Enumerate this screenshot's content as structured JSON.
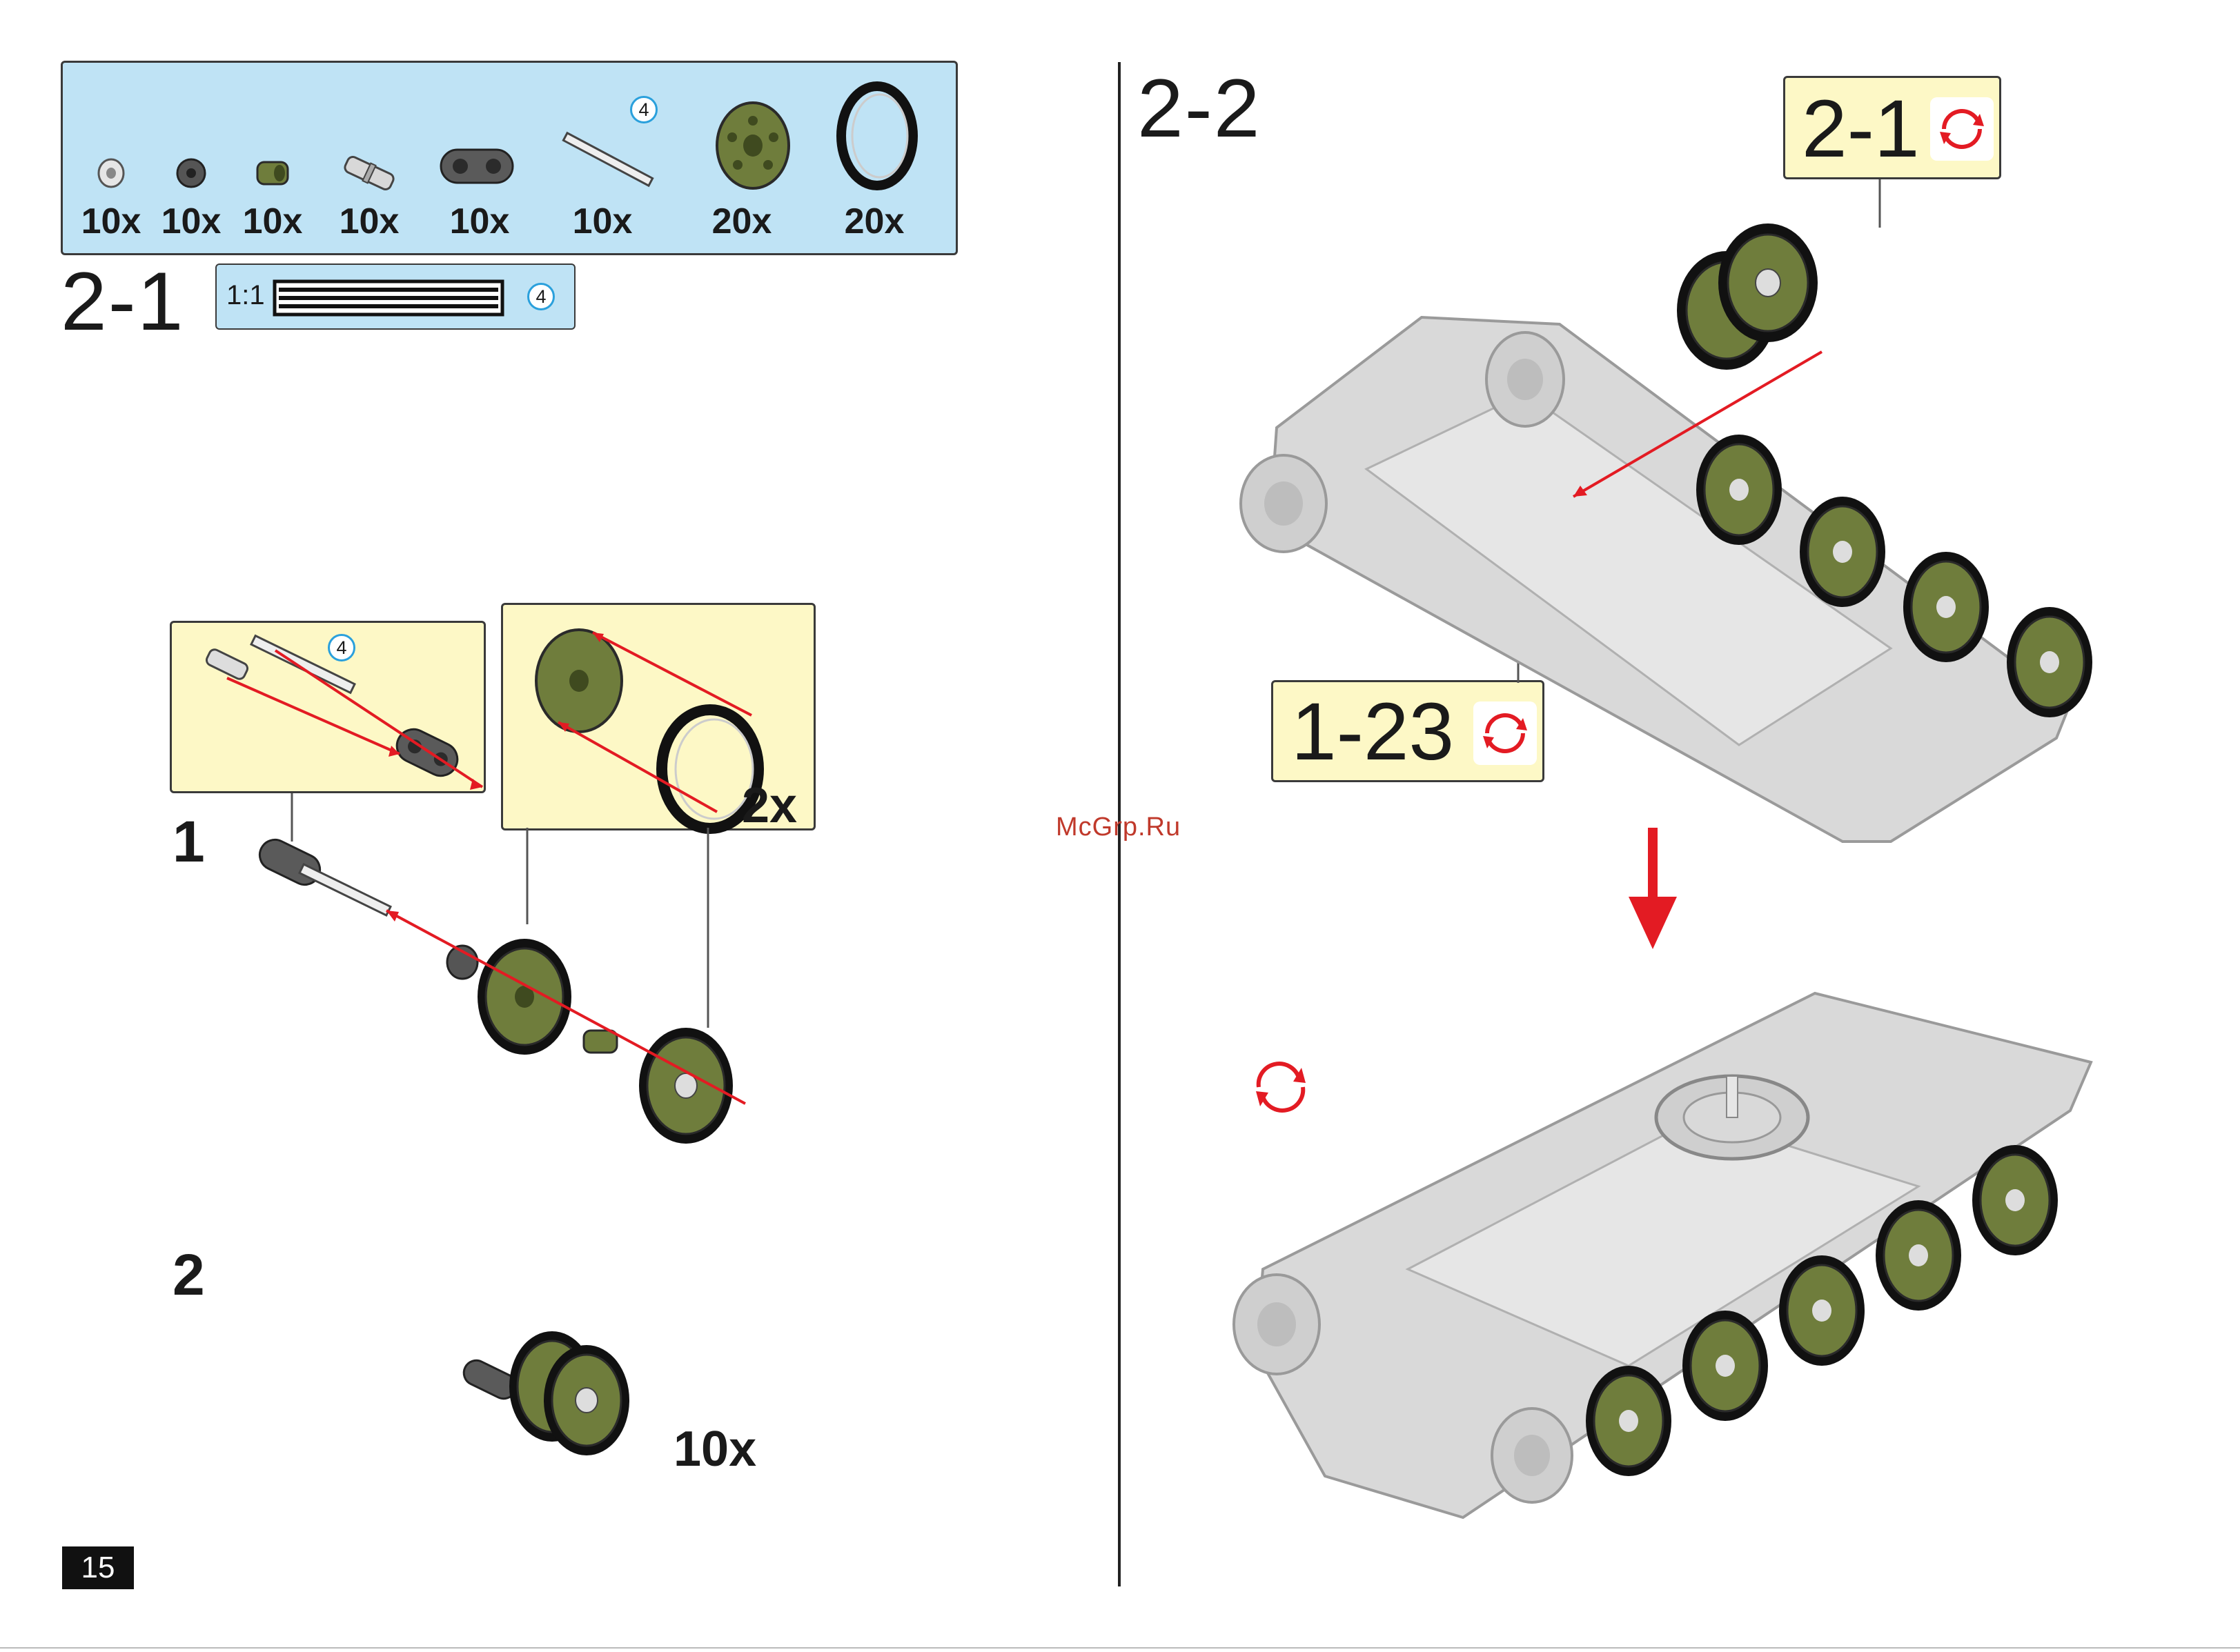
{
  "page_number": "15",
  "watermark": "McGrp.Ru",
  "parts_list": {
    "items": [
      {
        "qty": "10x",
        "icon": "bushing-light-gray"
      },
      {
        "qty": "10x",
        "icon": "bushing-dark-gray"
      },
      {
        "qty": "10x",
        "icon": "bushing-green"
      },
      {
        "qty": "10x",
        "icon": "connector-pin"
      },
      {
        "qty": "10x",
        "icon": "beam-2-dark-gray"
      },
      {
        "qty": "10x",
        "icon": "axle-4",
        "axle_length": "4"
      },
      {
        "qty": "20x",
        "icon": "wheel-green"
      },
      {
        "qty": "20x",
        "icon": "tire-black"
      }
    ]
  },
  "step_2_1": {
    "label": "2-1",
    "scale_label": "1:1",
    "axle_length": "4",
    "sub1": {
      "number": "1",
      "axle_length": "4",
      "multiplier": "2x"
    },
    "sub2": {
      "number": "2",
      "multiplier": "10x"
    }
  },
  "step_2_2": {
    "label": "2-2",
    "ref_top": "2-1",
    "ref_bottom": "1-23"
  },
  "colors": {
    "parts_bg": "#bfe3f5",
    "callout_bg": "#fdf8c6",
    "arrow_red": "#e31b23",
    "wheel_green": "#6f7d3c",
    "chassis_gray": "#d9d9d9"
  }
}
